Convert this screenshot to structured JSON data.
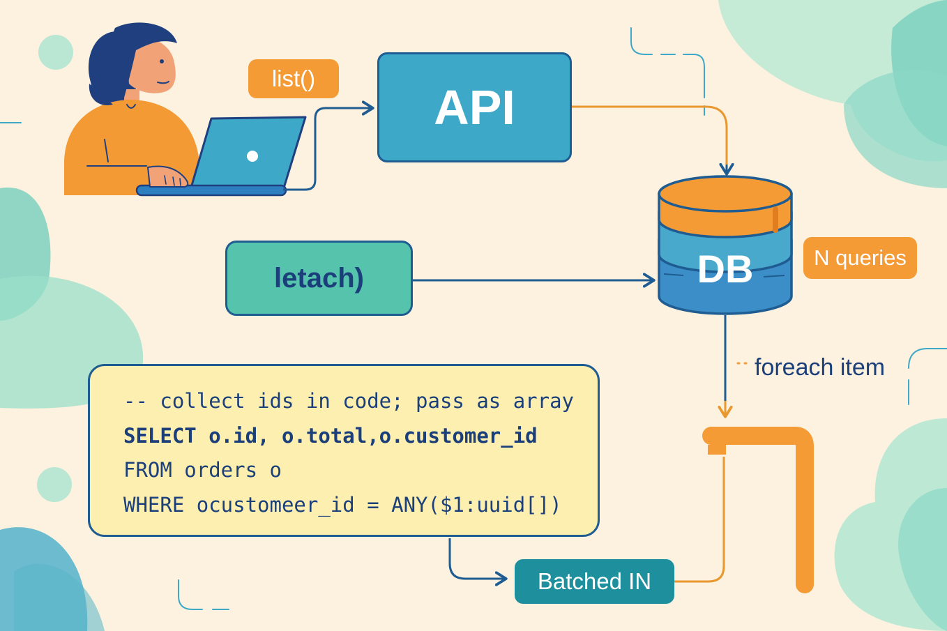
{
  "colors": {
    "background": "#fcf2df",
    "navy": "#1f5c91",
    "api_blue": "#3ea8c8",
    "teal_box": "#56c4ad",
    "orange": "#f49b35",
    "code_bg": "#fcefb0",
    "batched_teal": "#1e8f9c",
    "text_navy": "#1b3f7a"
  },
  "person": {
    "icon": "woman-with-laptop-icon"
  },
  "labels": {
    "list_call": "list()",
    "api": "API",
    "each_call": "letach)",
    "db": "DB",
    "n_queries": "N queries",
    "foreach_item": "foreach item",
    "batched_in": "Batched IN"
  },
  "code": {
    "lines": [
      "-- collect ids in code; pass as array",
      "SELECT o.id, o.total,o.customer_id",
      "FROM orders o",
      "WHERE ocustomeer_id = ANY($1:uuid[])"
    ]
  }
}
